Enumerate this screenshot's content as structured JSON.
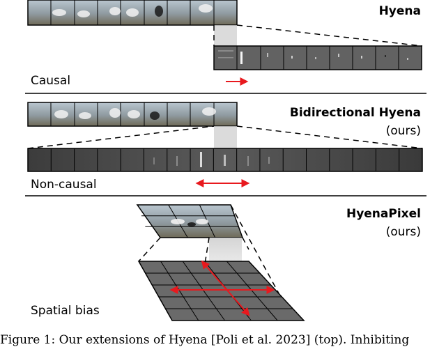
{
  "panels": {
    "hyena": {
      "title": "Hyena",
      "label": "Causal"
    },
    "bidirectional": {
      "title": "Bidirectional Hyena",
      "subtitle": "(ours)",
      "label": "Non-causal"
    },
    "pixel": {
      "title": "HyenaPixel",
      "subtitle": "(ours)",
      "label": "Spatial bias"
    }
  },
  "caption": "Figure 1: Our extensions of Hyena [Poli et al. 2023] (top). Inhibiting",
  "colors": {
    "arrow": "#e8191e",
    "highlight": "#cfcfcf",
    "divider": "#000000"
  }
}
